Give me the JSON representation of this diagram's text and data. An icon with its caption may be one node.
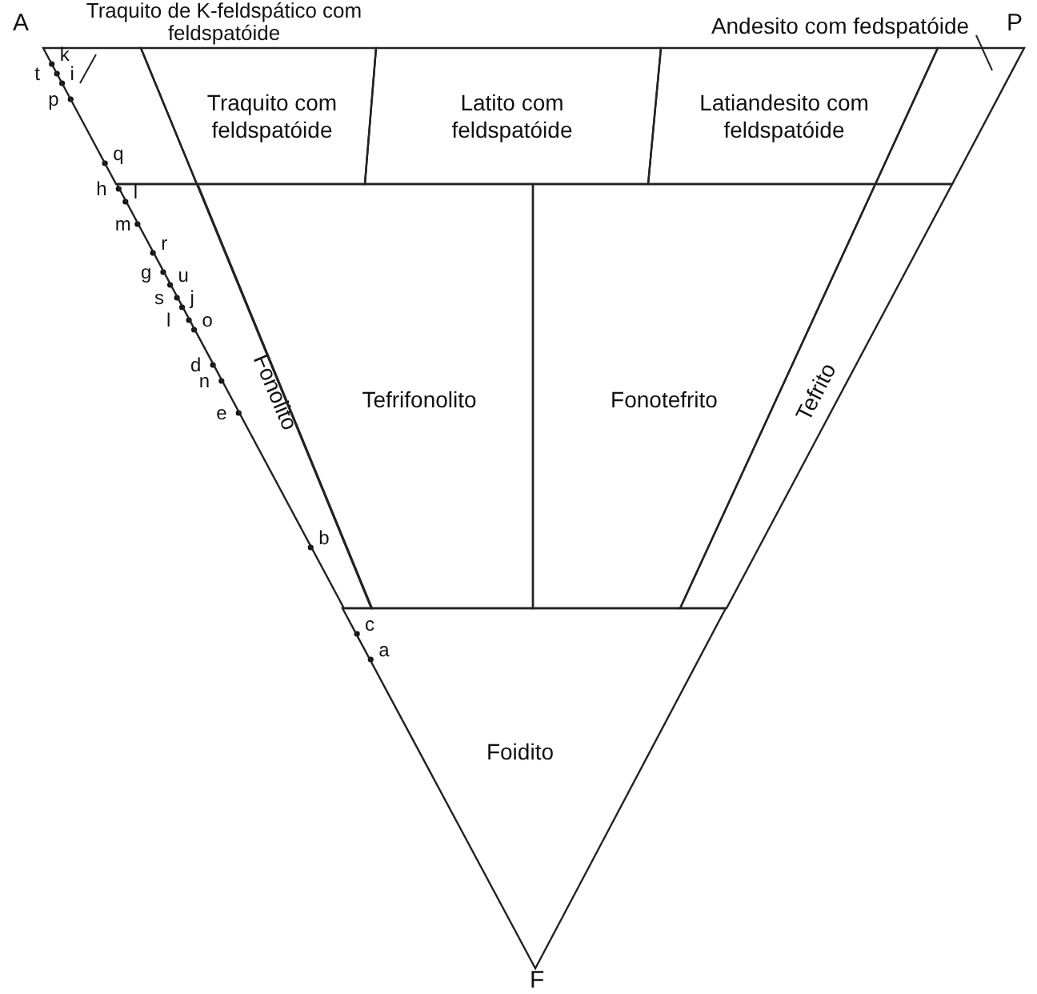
{
  "diagram": {
    "nodes": [
      {
        "text": [
          "Traquito de K-feldspático com feldspatóide"
        ]
      },
      {
        "text": [],
        "shape": "box"
      },
      {
        "text": [
          "Traquito com feldspatóide"
        ]
      },
      {
        "text": [
          "Latito com feldspatóide"
        ]
      },
      {
        "text": [
          "Latiandesito com feldspatóide"
        ]
      },
      {
        "text": [
          "Andesito com fedspatóide"
        ]
      },
      {
        "text": [],
        "shape": "box"
      },
      {
        "text": [
          "Fonolito"
        ]
      },
      {
        "text": [
          "Tefrifonolito"
        ]
      },
      {
        "text": [
          "Fonotefrito"
        ]
      },
      {
        "text": [
          "Tefrito"
        ]
      },
      {
        "text": [
          "Foidito"
        ]
      }
    ],
    "edges": [
      {
        "from": 0,
        "to": 1,
        "arrow": "none"
      },
      {
        "from": 5,
        "to": 6,
        "arrow": "none"
      }
    ],
    "labels": [
      "A",
      "P",
      "k",
      "t",
      "i",
      "p",
      "q",
      "h",
      "l",
      "m",
      "r",
      "g",
      "u",
      "s",
      "j",
      "l",
      "o",
      "d",
      "n",
      "e",
      "b",
      "c",
      "a",
      "F"
    ]
  }
}
